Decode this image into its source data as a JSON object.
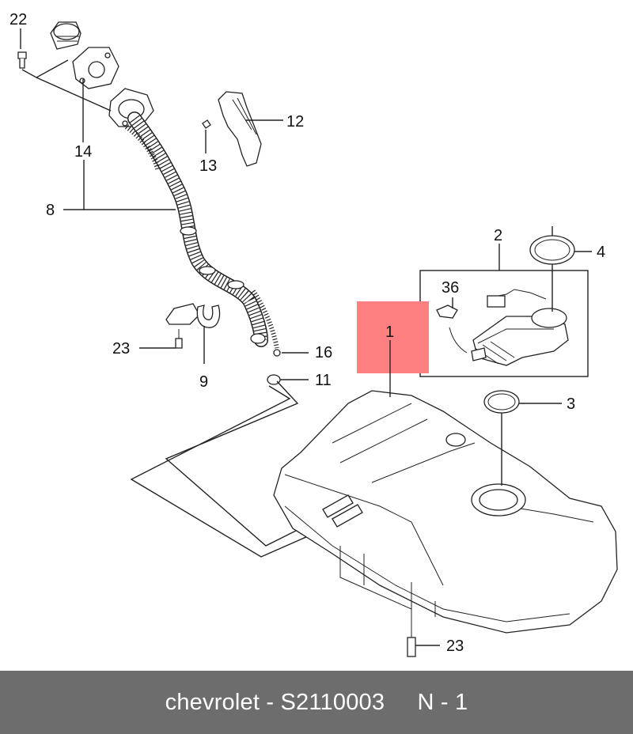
{
  "callouts": {
    "c22": "22",
    "c14": "14",
    "c8": "8",
    "c12": "12",
    "c13": "13",
    "c2": "2",
    "c4": "4",
    "c36": "36",
    "c1": "1",
    "c23a": "23",
    "c9": "9",
    "c16": "16",
    "c11": "11",
    "c3": "3",
    "c23b": "23"
  },
  "highlight_color": "#ff8080",
  "footer": {
    "brand": "chevrolet",
    "separator": " - ",
    "part_number": "S2110003",
    "gap": "     ",
    "page": "N - 1"
  }
}
